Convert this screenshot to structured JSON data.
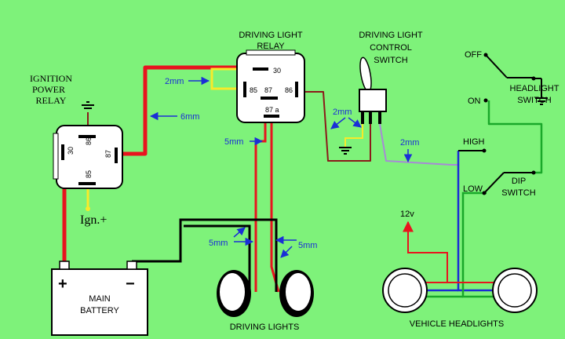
{
  "labels": {
    "driving_light_relay": [
      "DRIVING LIGHT",
      "RELAY"
    ],
    "control_switch": [
      "DRIVING LIGHT",
      "CONTROL",
      "SWITCH"
    ],
    "ignition_relay": [
      "IGNITION",
      "POWER",
      "RELAY"
    ],
    "headlight_switch": [
      "HEADLIGHT",
      "SWITCH"
    ],
    "dip_switch": [
      "DIP",
      "SWITCH"
    ],
    "off": "OFF",
    "on": "ON",
    "high": "HIGH",
    "low": "LOW",
    "v12": "12v",
    "ign_plus": "Ign.+",
    "battery": [
      "MAIN",
      "BATTERY"
    ],
    "battery_plus": "+",
    "battery_minus": "−",
    "driving_lights": "DRIVING LIGHTS",
    "vehicle_headlights": "VEHICLE HEADLIGHTS"
  },
  "wire_sizes": {
    "relay_30": "2mm",
    "main_feed": "6mm",
    "relay_87": "5mm",
    "switch": "2mm",
    "headlight_feed": "2mm",
    "lights_left": "5mm",
    "lights_right": "5mm"
  },
  "pins": {
    "drl": {
      "p30": "30",
      "p85": "85",
      "p87": "87",
      "p86": "86",
      "p87a": "87 a"
    },
    "ign": {
      "p30": "30",
      "p86": "86",
      "p87": "87",
      "p85": "85"
    }
  },
  "colors": {
    "background": "#7ef27a",
    "red_wire": "#e8141e",
    "dark_red_wire": "#8b1a1a",
    "black_wire": "#000000",
    "yellow_wire": "#f7ea2a",
    "blue_wire": "#1b2bd6",
    "purple_wire": "#a78ad6",
    "green_wire": "#1aa82a",
    "annotation": "#1a2fd6"
  }
}
